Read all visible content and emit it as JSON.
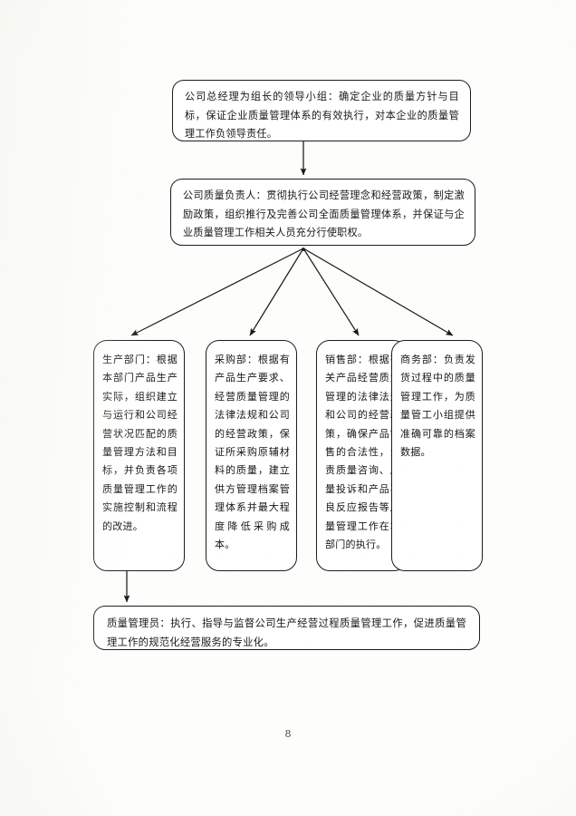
{
  "document": {
    "page_number": "8",
    "type": "organizational-responsibility-flowchart"
  },
  "nodes": {
    "leadership": {
      "name": "leadership-group",
      "text": "公司总经理为组长的领导小组：确定企业的质量方针与目标，保证企业质量管理体系的有效执行，对本企业的质量管理工作负领导责任。"
    },
    "quality_officer": {
      "name": "company-quality-officer",
      "text": "公司质量负责人：贯彻执行公司经营理念和经营政策，制定激励政策，组织推行及完善公司全面质量管理体系，并保证与企业质量管理工作相关人员充分行使职权。"
    },
    "dept_production": {
      "name": "production-department",
      "text": "生产部门：根据本部门产品生产实际，组织建立与运行和公司经营状况匹配的质量管理方法和目标，并负责各项质量管理工作的实施控制和流程的改进。"
    },
    "dept_purchasing": {
      "name": "purchasing-department",
      "text": "采购部：根据有产品生产要求、经营质量管理的法律法规和公司的经营政策，保证所采购原辅材料的质量，建立供方管理档案管理体系并最大程度降低采购成本。"
    },
    "dept_sales": {
      "name": "sales-department",
      "text": "销售部：根据有关产品经营质量管理的法律法规和公司的经营政策，确保产品销售的合法性，负责质量咨询、质量投诉和产品不良反应报告等质量管理工作在本部门的执行。"
    },
    "dept_business": {
      "name": "business-department",
      "text": "商务部：负责发货过程中的质量管理工作，为质量管工小组提供准确可靠的档案数据。"
    },
    "quality_admin": {
      "name": "quality-administrator",
      "text": "质量管理员：执行、指导与监督公司生产经营过程质量管理工作，促进质量管理工作的规范化经营服务的专业化。"
    }
  },
  "connectors": [
    {
      "name": "leadership-to-quality-officer",
      "from": "leadership",
      "to": "quality_officer",
      "style": "vertical-arrow"
    },
    {
      "name": "quality-officer-to-production",
      "from": "quality_officer",
      "to": "dept_production",
      "style": "diagonal-arrow"
    },
    {
      "name": "quality-officer-to-purchasing",
      "from": "quality_officer",
      "to": "dept_purchasing",
      "style": "diagonal-arrow"
    },
    {
      "name": "quality-officer-to-sales",
      "from": "quality_officer",
      "to": "dept_sales",
      "style": "diagonal-arrow"
    },
    {
      "name": "quality-officer-to-business",
      "from": "quality_officer",
      "to": "dept_business",
      "style": "diagonal-arrow"
    },
    {
      "name": "production-to-quality-admin",
      "from": "dept_production",
      "to": "quality_admin",
      "style": "vertical-arrow"
    }
  ],
  "colors": {
    "page_background": "#fdfdfb",
    "box_border": "#1d1d1d",
    "box_fill": "#ffffff",
    "text": "#17171a",
    "connector": "#1a1a1a",
    "page_number": "#4a4a48"
  }
}
